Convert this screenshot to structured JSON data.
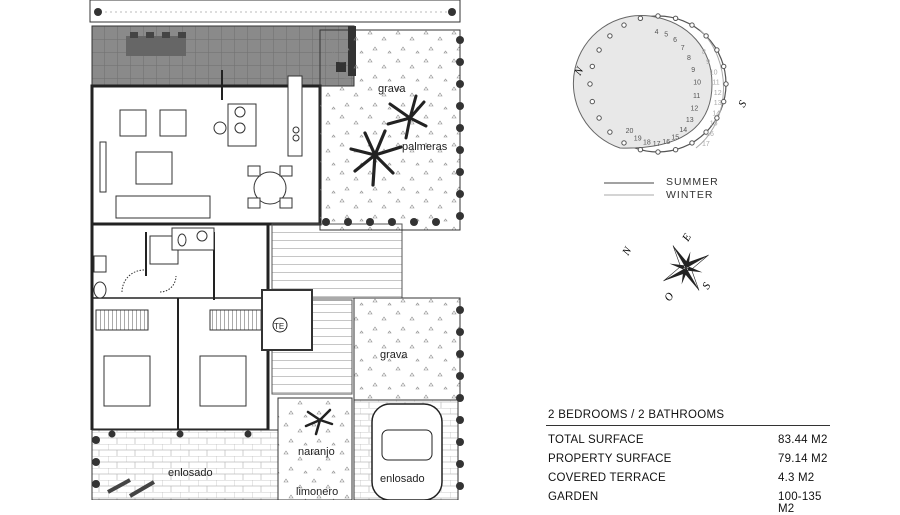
{
  "plan_labels": {
    "grava_top": "grava",
    "palmeras": "palmeras",
    "te": "TE",
    "grava_bottom": "grava",
    "naranjo": "naranjo",
    "limonero": "limonero",
    "enlosado_left": "enlosado",
    "enlosado_right": "enlosado"
  },
  "sun_chart": {
    "north_label": "N",
    "south_label": "S",
    "summer_ticks": [
      "20",
      "19",
      "18",
      "17",
      "16",
      "15",
      "14",
      "13",
      "12",
      "11",
      "10",
      "9",
      "8",
      "7",
      "6",
      "5",
      "4"
    ],
    "winter_ticks": [
      "17",
      "16",
      "15",
      "14",
      "13",
      "12",
      "11",
      "10",
      "9",
      "8"
    ],
    "legend": {
      "summer": "SUMMER",
      "winter": "WINTER"
    }
  },
  "compass": {
    "n": "N",
    "e": "E",
    "s": "S",
    "o": "O"
  },
  "specs": {
    "title": "2 BEDROOMS / 2 BATHROOMS",
    "rows": [
      {
        "label": "TOTAL SURFACE",
        "value": "83.44 M2"
      },
      {
        "label": "PROPERTY SURFACE",
        "value": "79.14 M2"
      },
      {
        "label": "COVERED TERRACE",
        "value": "4.3 M2"
      },
      {
        "label": "GARDEN",
        "value": "100-135 M2"
      }
    ]
  }
}
